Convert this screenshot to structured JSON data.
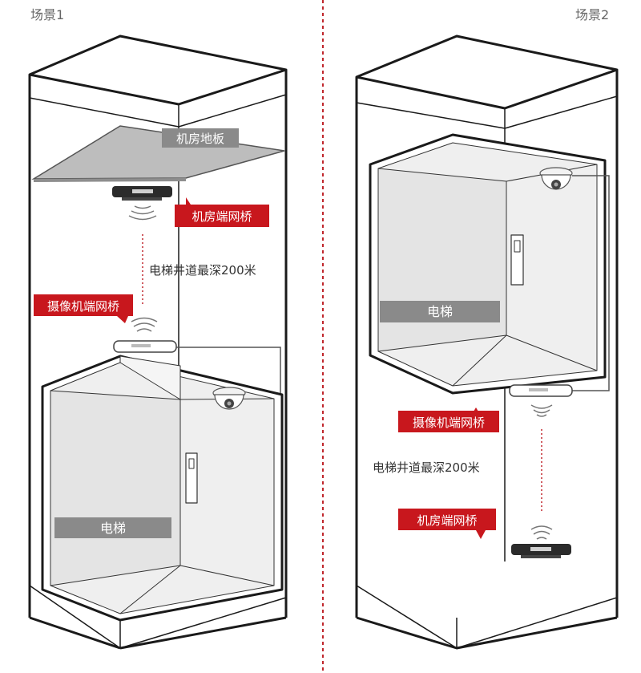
{
  "scene1": {
    "title": "场景1",
    "floor_label": "机房地板",
    "room_bridge_label": "机房端网桥",
    "shaft_depth_label": "电梯井道最深200米",
    "camera_bridge_label": "摄像机端网桥",
    "elevator_label": "电梯"
  },
  "scene2": {
    "title": "场景2",
    "elevator_label": "电梯",
    "camera_bridge_label": "摄像机端网桥",
    "shaft_depth_label": "电梯井道最深200米",
    "room_bridge_label": "机房端网桥"
  },
  "colors": {
    "accent_red": "#c8171d",
    "divider_red": "#c0272d",
    "label_gray": "#8a8a8a",
    "outline": "#1a1a1a"
  }
}
